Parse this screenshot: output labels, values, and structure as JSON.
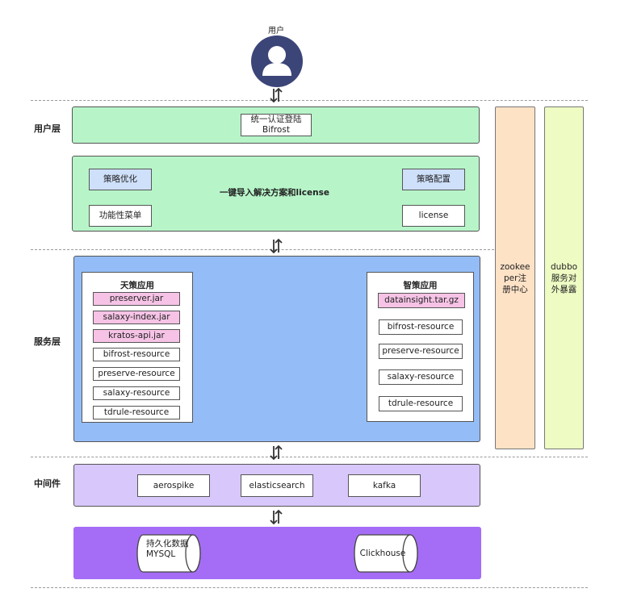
{
  "user": {
    "label": "用户"
  },
  "layers": {
    "user_layer": "用户层",
    "service_layer": "服务层",
    "middleware": "中间件"
  },
  "auth": {
    "line1": "统一认证登陆",
    "line2": "Bifrost"
  },
  "import_panel": {
    "title": "一键导入解决方案和license",
    "strategy_opt": "策略优化",
    "strategy_cfg": "策略配置",
    "func_menu": "功能性菜单",
    "license": "license"
  },
  "tiance": {
    "title": "天策应用",
    "items": [
      "preserver.jar",
      "salaxy-index.jar",
      "kratos-api.jar",
      "bifrost-resource",
      "preserve-resource",
      "salaxy-resource",
      "tdrule-resource"
    ]
  },
  "zhice": {
    "title": "智策应用",
    "items": [
      "datainsight.tar.gz",
      "bifrost-resource",
      "preserve-resource",
      "salaxy-resource",
      "tdrule-resource"
    ]
  },
  "side": {
    "zookeeper": "zookee\nper注\n册中心",
    "dubbo": "dubbo\n服务对\n外暴露"
  },
  "middleware_items": [
    "aerospike",
    "elasticsearch",
    "kafka"
  ],
  "storage": {
    "persist_line1": "持久化数据",
    "persist_line2": "MYSQL",
    "clickhouse": "Clickhouse"
  },
  "colors": {
    "user_layer_bg": "#b7f5c9",
    "service_layer_bg": "#94bdf7",
    "middleware_bg": "#d8c7fb",
    "storage_bg": "#a56df5",
    "zookeeper_bg": "#fde2c6",
    "dubbo_bg": "#eefcc4",
    "pink_item": "#f6c3e6",
    "blue_item": "#cfe0fb",
    "avatar": "#3c4577"
  }
}
